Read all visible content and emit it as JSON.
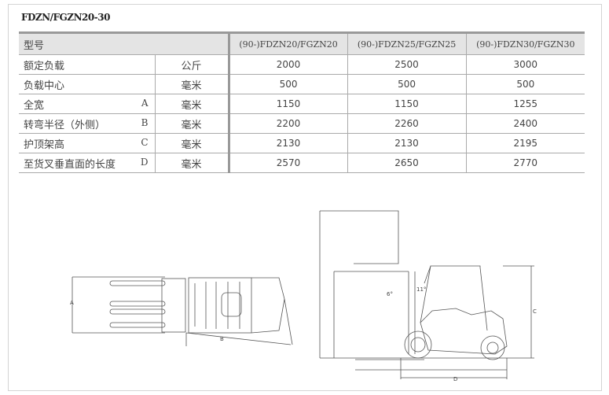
{
  "title": "FDZN/FGZN20-30",
  "table": {
    "header": {
      "label": "型号",
      "models": [
        "(90-)FDZN20/FGZN20",
        "(90-)FDZN25/FGZN25",
        "(90-)FDZN30/FGZN30"
      ]
    },
    "rows": [
      {
        "label": "额定负载",
        "letter": "",
        "unit": "公斤",
        "values": [
          "2000",
          "2500",
          "3000"
        ]
      },
      {
        "label": "负载中心",
        "letter": "",
        "unit": "毫米",
        "values": [
          "500",
          "500",
          "500"
        ]
      },
      {
        "label": "全宽",
        "letter": "A",
        "unit": "毫米",
        "values": [
          "1150",
          "1150",
          "1255"
        ]
      },
      {
        "label": "转弯半径（外侧）",
        "letter": "B",
        "unit": "毫米",
        "values": [
          "2200",
          "2260",
          "2400"
        ]
      },
      {
        "label": "护顶架高",
        "letter": "C",
        "unit": "毫米",
        "values": [
          "2130",
          "2130",
          "2195"
        ]
      },
      {
        "label": "至货叉垂直面的长度",
        "letter": "D",
        "unit": "毫米",
        "values": [
          "2570",
          "2650",
          "2770"
        ]
      }
    ]
  },
  "diagram": {
    "labels": {
      "a": "A",
      "b": "B",
      "c": "C",
      "d": "D",
      "tilt_fwd": "6°",
      "tilt_back": "11°"
    }
  }
}
